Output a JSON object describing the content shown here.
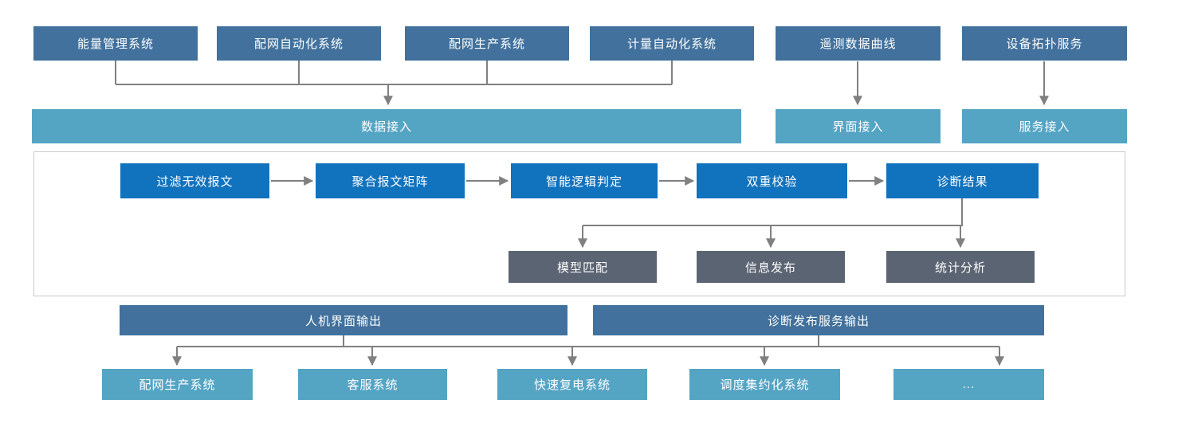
{
  "colors": {
    "source_blue": "#41719C",
    "access_teal": "#54A4C4",
    "flow_blue": "#1172BD",
    "result_gray": "#5B6472",
    "connector": "#808080",
    "container_border": "#C9C9C9",
    "text": "#FFFFFF"
  },
  "top_systems": {
    "energy_management": "能量管理系统",
    "distribution_automation": "配网自动化系统",
    "distribution_production": "配网生产系统",
    "metering_automation": "计量自动化系统",
    "telemetry_data_curve": "遥测数据曲线",
    "device_topology_service": "设备拓扑服务"
  },
  "access_layer": {
    "data_access": "数据接入",
    "ui_access": "界面接入",
    "service_access": "服务接入"
  },
  "diagnosis_flow": {
    "step1": "过滤无效报文",
    "step2": "聚合报文矩阵",
    "step3": "智能逻辑判定",
    "step4": "双重校验",
    "step5": "诊断结果"
  },
  "diagnosis_outputs": {
    "model_matching": "模型匹配",
    "info_publishing": "信息发布",
    "statistics_analysis": "统计分析"
  },
  "output_bars": {
    "hmi_output": "人机界面输出",
    "diagnosis_publish_service_output": "诊断发布服务输出"
  },
  "consumer_systems": {
    "distribution_production": "配网生产系统",
    "customer_service": "客服系统",
    "rapid_power_restoration": "快速复电系统",
    "dispatch_centralization": "调度集约化系统",
    "more": "..."
  }
}
